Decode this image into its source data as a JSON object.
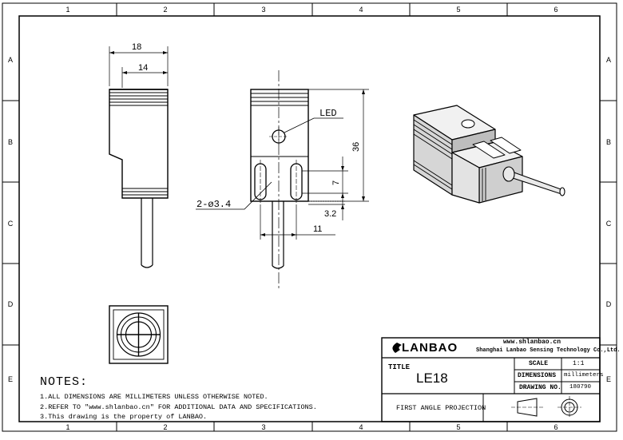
{
  "grid": {
    "columns": [
      "1",
      "2",
      "3",
      "4",
      "5",
      "6"
    ],
    "rows": [
      "A",
      "B",
      "C",
      "D",
      "E"
    ]
  },
  "dimensions": {
    "width_18": "18",
    "width_14": "14",
    "height_36": "36",
    "slot_7": "7",
    "offset_3_2": "3.2",
    "spacing_11": "11",
    "hole_callout": "2-ø3.4",
    "led_label": "LED"
  },
  "notes": {
    "title": "NOTES:",
    "lines": [
      "1.ALL DIMENSIONS ARE MILLIMETERS UNLESS OTHERWISE NOTED.",
      "2.REFER TO \"www.shlanbao.cn\" FOR ADDITIONAL DATA AND SPECIFICATIONS.",
      "3.This drawing is the property of LANBAO."
    ]
  },
  "title_block": {
    "brand": "LANBAO",
    "website": "www.shlanbao.cn",
    "company": "Shanghai Lanbao Sensing Technology Co.,Ltd.",
    "title_label": "TITLE",
    "title_value": "LE18",
    "scale_label": "SCALE",
    "scale_value": "1:1",
    "dimensions_label": "DIMENSIONS",
    "dimensions_value": "millimeters",
    "drawing_no_label": "DRAWING NO.",
    "drawing_no_value": "180790",
    "projection": "FIRST ANGLE PROJECTION"
  }
}
